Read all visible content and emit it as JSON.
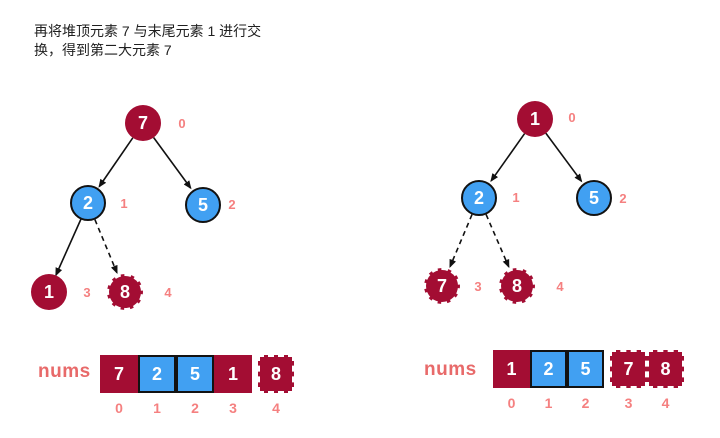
{
  "caption": {
    "line1": "再将堆顶元素 7 与末尾元素 1 进行交",
    "line2": "换，得到第二大元素 7"
  },
  "colors": {
    "dark_red": "#a30d33",
    "blue": "#41a0f2",
    "salmon": "#f58080",
    "nums_label": "#e86a6a",
    "arrow": "#111111"
  },
  "left_tree": {
    "description": "heap before swapping top 7 with tail 1",
    "nodes": [
      {
        "value": "7",
        "index": "0",
        "color": "red",
        "border": "solid"
      },
      {
        "value": "2",
        "index": "1",
        "color": "blue",
        "border": "solid"
      },
      {
        "value": "5",
        "index": "2",
        "color": "blue",
        "border": "solid"
      },
      {
        "value": "1",
        "index": "3",
        "color": "red",
        "border": "solid"
      },
      {
        "value": "8",
        "index": "4",
        "color": "red",
        "border": "dashed"
      }
    ],
    "edges": [
      {
        "from": "7",
        "to": "2",
        "style": "solid"
      },
      {
        "from": "7",
        "to": "5",
        "style": "solid"
      },
      {
        "from": "2",
        "to": "1",
        "style": "solid"
      },
      {
        "from": "2",
        "to": "8",
        "style": "dashed"
      }
    ]
  },
  "right_tree": {
    "description": "heap after swap, 7 and 8 detached",
    "nodes": [
      {
        "value": "1",
        "index": "0",
        "color": "red",
        "border": "solid"
      },
      {
        "value": "2",
        "index": "1",
        "color": "blue",
        "border": "solid"
      },
      {
        "value": "5",
        "index": "2",
        "color": "blue",
        "border": "solid"
      },
      {
        "value": "7",
        "index": "3",
        "color": "red",
        "border": "dashed"
      },
      {
        "value": "8",
        "index": "4",
        "color": "red",
        "border": "dashed"
      }
    ],
    "edges": [
      {
        "from": "1",
        "to": "2",
        "style": "solid"
      },
      {
        "from": "1",
        "to": "5",
        "style": "solid"
      },
      {
        "from": "2",
        "to": "7",
        "style": "dashed"
      },
      {
        "from": "2",
        "to": "8",
        "style": "dashed"
      }
    ]
  },
  "left_array": {
    "label": "nums",
    "cells": [
      {
        "value": "7",
        "index": "0",
        "color": "red",
        "border": "solid",
        "detached": false
      },
      {
        "value": "2",
        "index": "1",
        "color": "blue",
        "border": "solid",
        "detached": false
      },
      {
        "value": "5",
        "index": "2",
        "color": "blue",
        "border": "solid",
        "detached": false
      },
      {
        "value": "1",
        "index": "3",
        "color": "red",
        "border": "solid",
        "detached": false
      },
      {
        "value": "8",
        "index": "4",
        "color": "red",
        "border": "dashed",
        "detached": true
      }
    ]
  },
  "right_array": {
    "label": "nums",
    "cells": [
      {
        "value": "1",
        "index": "0",
        "color": "red",
        "border": "solid",
        "detached": false
      },
      {
        "value": "2",
        "index": "1",
        "color": "blue",
        "border": "solid",
        "detached": false
      },
      {
        "value": "5",
        "index": "2",
        "color": "blue",
        "border": "solid",
        "detached": false
      },
      {
        "value": "7",
        "index": "3",
        "color": "red",
        "border": "dashed",
        "detached": true
      },
      {
        "value": "8",
        "index": "4",
        "color": "red",
        "border": "dashed",
        "detached": true
      }
    ]
  }
}
